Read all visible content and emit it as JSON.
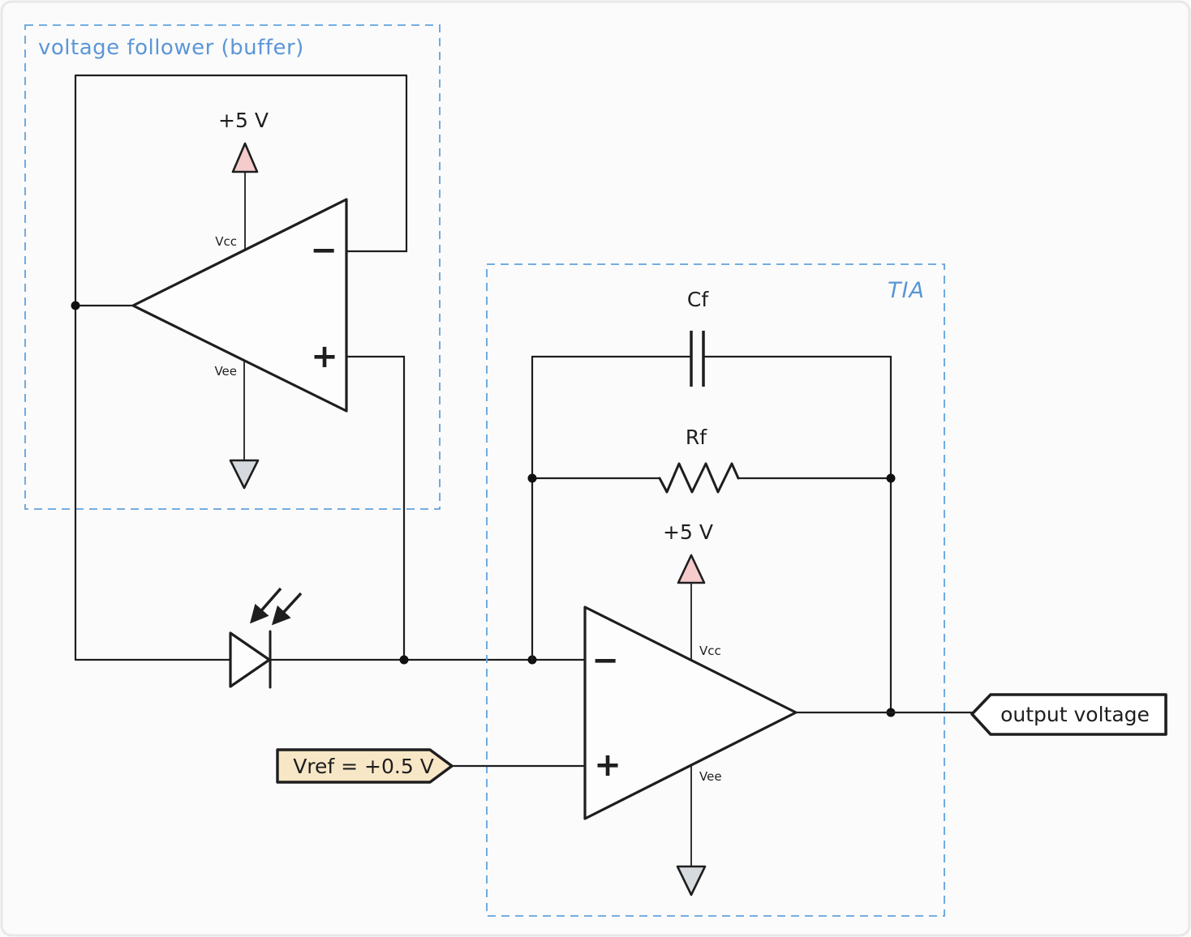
{
  "colors": {
    "ink": "#1e1e1e",
    "accent_blue": "#5b96d7",
    "supply_fill": "#f6cbcb",
    "ground_fill": "#d6dade",
    "vref_tag_fill": "#f8e7c6",
    "output_tag_fill": "#ffffff",
    "background": "#fbfbfb"
  },
  "buffer_section": {
    "label": "voltage follower (buffer)",
    "supply_label": "+5 V",
    "opamp": {
      "minus": "−",
      "plus": "+",
      "vcc": "Vcc",
      "vee": "Vee"
    }
  },
  "tia_section": {
    "label": "TIA",
    "cap_label": "Cf",
    "res_label": "Rf",
    "supply_label": "+5 V",
    "opamp": {
      "minus": "−",
      "plus": "+",
      "vcc": "Vcc",
      "vee": "Vee"
    }
  },
  "io": {
    "vref_label": "Vref = +0.5 V",
    "output_label": "output voltage"
  }
}
